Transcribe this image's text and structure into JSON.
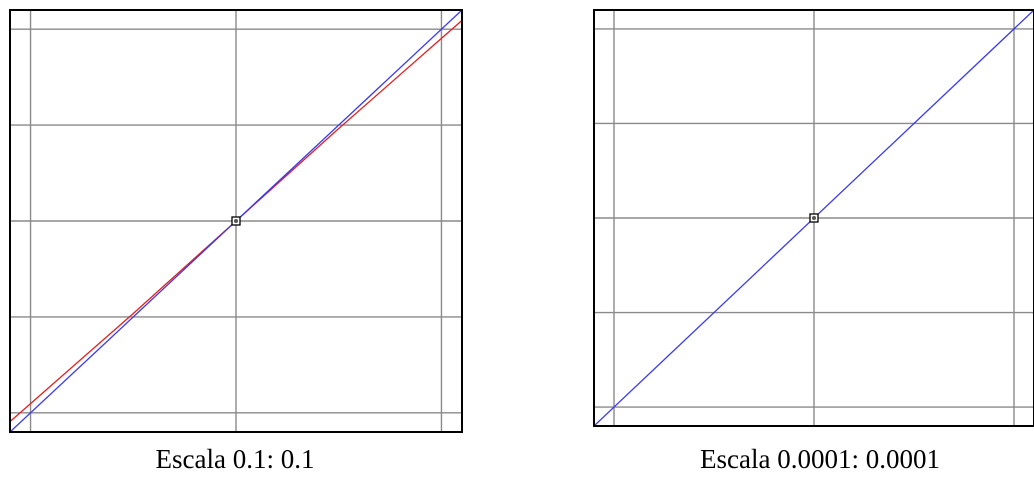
{
  "captions": {
    "left": "Escala 0.1: 0.1",
    "right": "Escala 0.0001: 0.0001"
  },
  "colors": {
    "grid": "#8a8a8a",
    "frame": "#000000",
    "blue": "#3a3aee",
    "red": "#e02020"
  },
  "chart_data": [
    {
      "type": "line",
      "title": "",
      "xlabel": "",
      "ylabel": "",
      "xlim": [
        -0.11,
        0.11
      ],
      "ylim": [
        -0.11,
        0.11
      ],
      "grid": true,
      "grid_x": [
        -0.1,
        0,
        0.1
      ],
      "grid_y": [
        -0.1,
        -0.05,
        0,
        0.05,
        0.1
      ],
      "marker": {
        "x": 0,
        "y": 0
      },
      "series": [
        {
          "color": "#3a3aee",
          "x": [
            -0.11,
            0.11
          ],
          "y": [
            -0.11,
            0.11
          ]
        },
        {
          "color": "#e02020",
          "x": [
            -0.12,
            -0.1,
            -0.05,
            0,
            0.05,
            0.1,
            0.12
          ],
          "y": [
            -0.114,
            -0.0952,
            -0.0482,
            0,
            0.0482,
            0.0952,
            0.114
          ]
        }
      ]
    },
    {
      "type": "line",
      "title": "",
      "xlabel": "",
      "ylabel": "",
      "xlim": [
        -0.00011,
        0.00011
      ],
      "ylim": [
        -0.00011,
        0.00011
      ],
      "grid": true,
      "grid_x": [
        -0.0001,
        0,
        0.0001
      ],
      "grid_y": [
        -0.0001,
        -5e-05,
        0,
        5e-05,
        0.0001
      ],
      "marker": {
        "x": 0,
        "y": 0
      },
      "series": [
        {
          "color": "#3a3aee",
          "x": [
            -0.00012,
            0.00012
          ],
          "y": [
            -0.00012,
            0.00012
          ]
        }
      ]
    }
  ]
}
